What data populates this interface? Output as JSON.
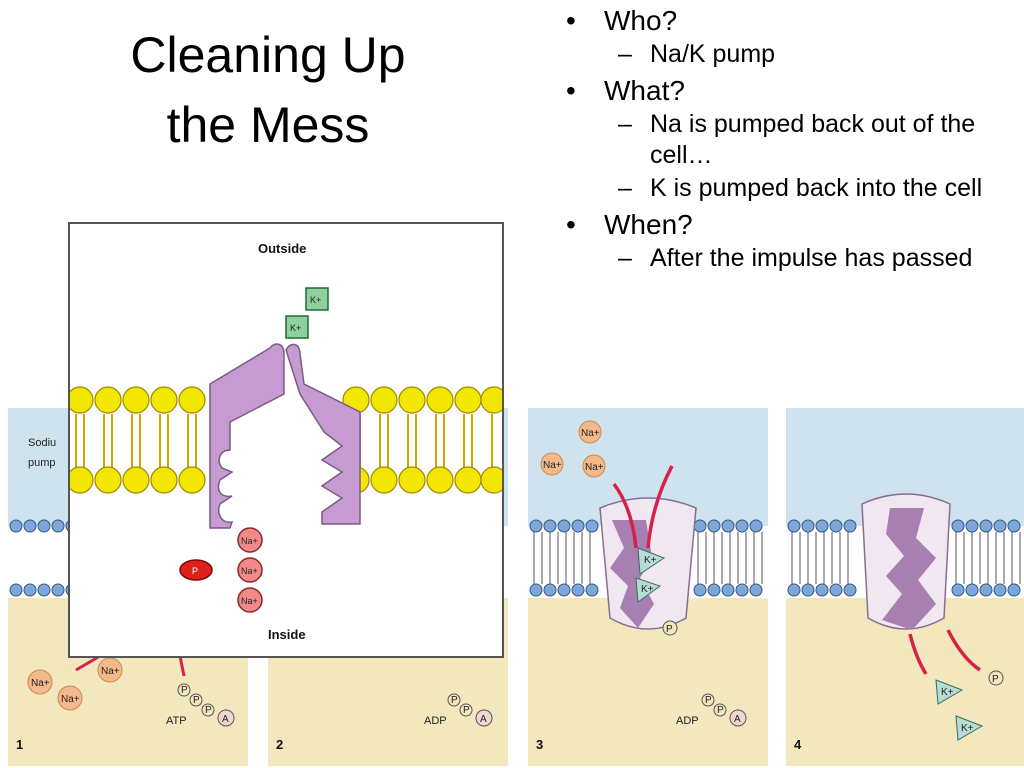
{
  "slide": {
    "title_lines": [
      "Cleaning Up",
      "the Mess"
    ]
  },
  "bullets": [
    {
      "text": "Who?",
      "subs": [
        "Na/K pump"
      ]
    },
    {
      "text": "What?",
      "subs": [
        "Na is pumped back out of the cell…",
        "K is pumped back into the cell"
      ]
    },
    {
      "text": "When?",
      "subs": [
        "After the impulse has passed"
      ]
    }
  ],
  "diagram": {
    "outside_label": "Outside",
    "inside_label": "Inside",
    "k_ion": "K+",
    "na_ion": "Na+",
    "phosphate": "P"
  },
  "panels": [
    {
      "number": "1",
      "label_partial": "Sodiu",
      "label_partial2": "pump",
      "ion_na": "Na+",
      "molecule": "ATP",
      "p": "P",
      "a": "A"
    },
    {
      "number": "2",
      "molecule": "ADP",
      "p": "P",
      "a": "A"
    },
    {
      "number": "3",
      "molecule": "ADP",
      "ion_na": "Na+",
      "ion_k": "K+",
      "p": "P",
      "a": "A"
    },
    {
      "number": "4",
      "ion_k": "K+",
      "p": "P"
    }
  ],
  "colors": {
    "outside_fluid": "#cfe3ee",
    "inside_fluid": "#f3e7bd",
    "lipid_head_yellow": "#f2e600",
    "lipid_head_blue": "#7ea6d6",
    "pump_purple": "#c69bd1",
    "sodium": "#f4b98a",
    "potassium": "#8fd19e",
    "phosphate_red": "#e0201b",
    "arrow_red": "#d6224a"
  }
}
